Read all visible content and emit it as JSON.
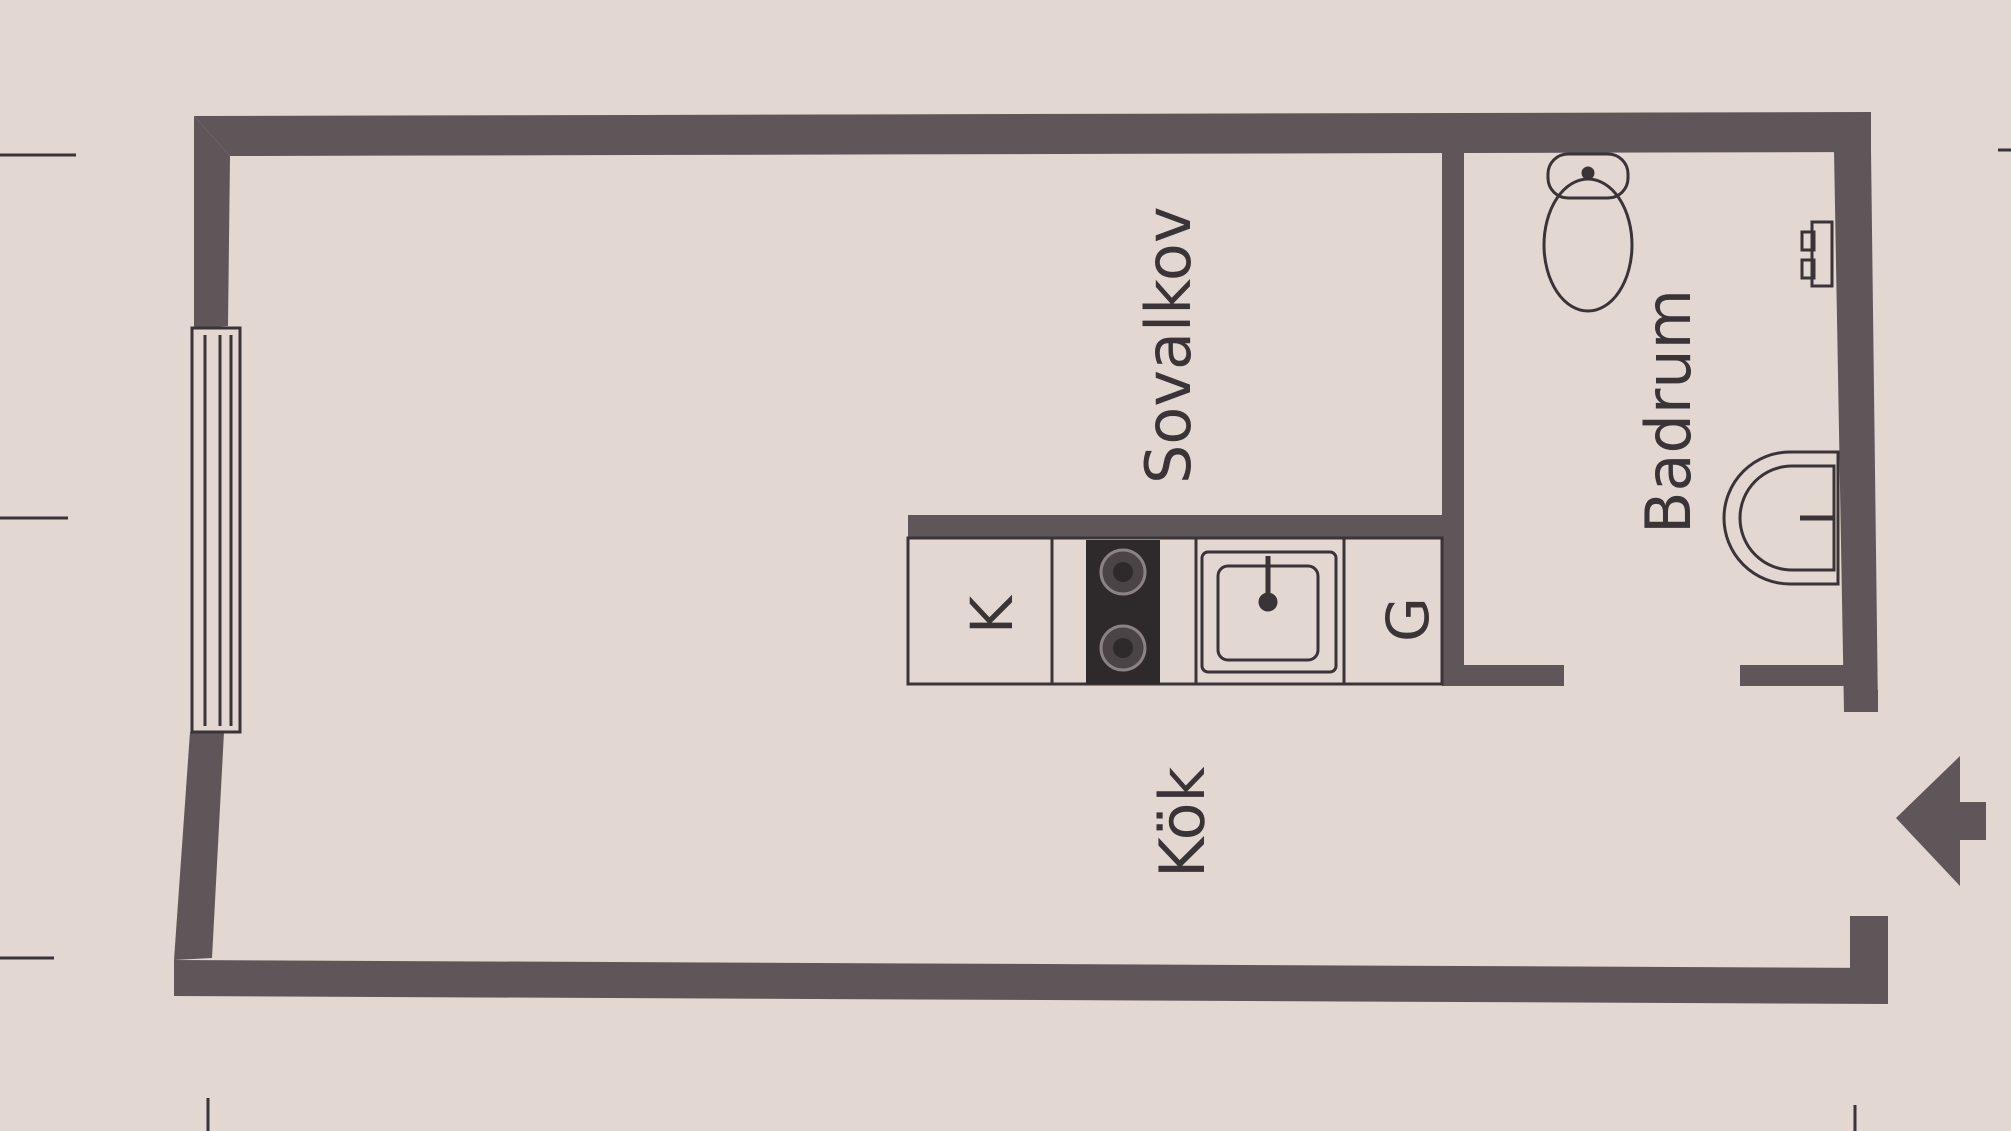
{
  "colors": {
    "paper": "#e2d8d1",
    "wall": "#5e5659",
    "line": "#3a3437",
    "hob": "#2e2a2c"
  },
  "rooms": {
    "sleeping_alcove": "Sovalkov",
    "bathroom": "Badrum",
    "kitchen": "Kök"
  },
  "fixtures": {
    "fridge": "K",
    "freezer": "G"
  },
  "icons": {
    "entrance": "entrance-arrow-icon",
    "toilet": "toilet-icon",
    "washbasin": "washbasin-icon",
    "sink": "kitchen-sink-icon",
    "hob": "hob-icon",
    "faucet": "faucet-icon",
    "window": "window-icon"
  }
}
